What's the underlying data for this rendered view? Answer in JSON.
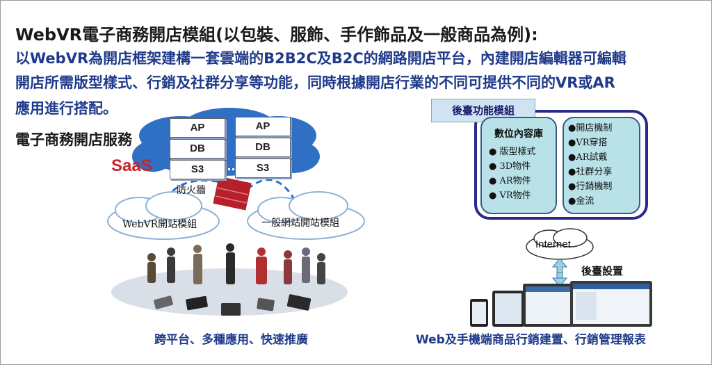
{
  "header": {
    "title": "WebVR電子商務開店模組(以包裝、服飾、手作飾品及一般商品為例):",
    "desc_line1": "以WebVR為開店框架建構一套雲端的B2B2C及B2C的網路開店平台，內建開店編輯器可編輯",
    "desc_line2": "開店所需版型樣式、行銷及社群分享等功能，同時根據開店行業的不同可提供不同的VR或AR",
    "desc_line3": "應用進行搭配。"
  },
  "left": {
    "ec_service": "電子商務開店服務",
    "saas": "SaaS",
    "stack_left": [
      "AP",
      "DB",
      "S3"
    ],
    "stack_right": [
      "AP",
      "DB",
      "S3"
    ],
    "firewall": "防火牆",
    "webvr_module": "WebVR開站模組",
    "general_module": "一般網站開站模組",
    "caption": "跨平台、多種應用、快速推廣"
  },
  "right": {
    "backend_title": "後臺功能模組",
    "panel1_title": "數位內容庫",
    "panel1_items": [
      "版型樣式",
      "3D物件",
      "AR物件",
      "VR物件"
    ],
    "panel2_items": [
      "●開店機制",
      "●VR穿搭",
      "●AR試戴",
      "●社群分享",
      "●行銷機制",
      "●金流"
    ],
    "internet": "Internet",
    "admin_setup": "後臺設置",
    "caption": "Web及手機端商品行銷建置、行銷管理報表"
  },
  "colors": {
    "accent": "#1f3a8a",
    "cloud": "#2f6fc4",
    "saas": "#c8232c",
    "panel": "#b9e2e8"
  }
}
